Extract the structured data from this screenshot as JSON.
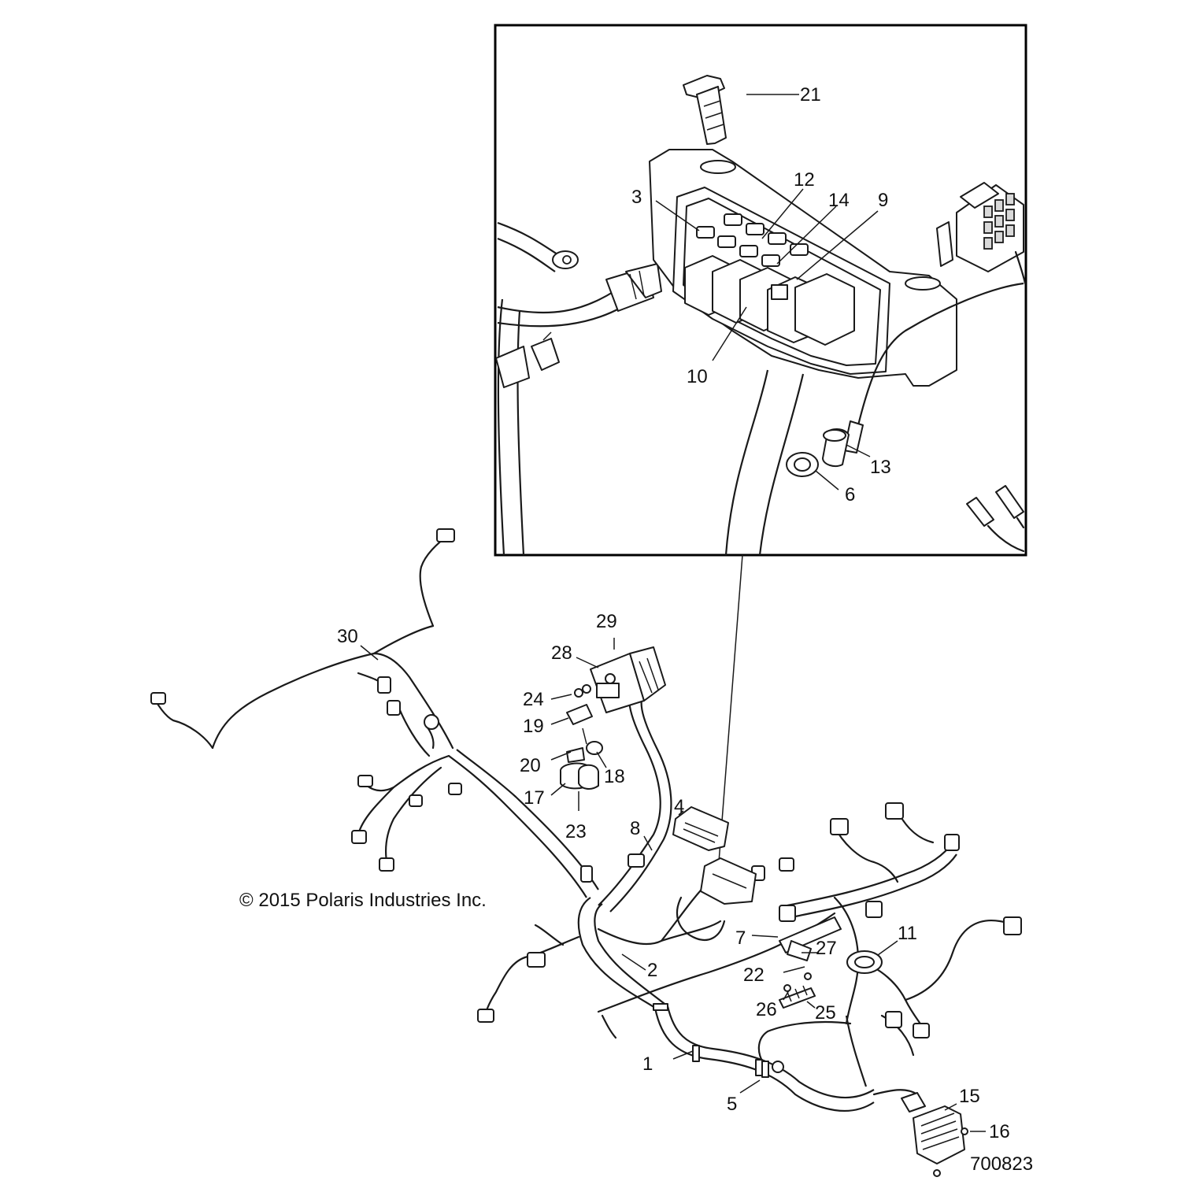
{
  "copyright": "© 2015 Polaris Industries Inc.",
  "figure_number": "700823",
  "callouts": [
    {
      "id": "1",
      "text": "1"
    },
    {
      "id": "2",
      "text": "2"
    },
    {
      "id": "3",
      "text": "3"
    },
    {
      "id": "4",
      "text": "4"
    },
    {
      "id": "5",
      "text": "5"
    },
    {
      "id": "6",
      "text": "6"
    },
    {
      "id": "7",
      "text": "7"
    },
    {
      "id": "8",
      "text": "8"
    },
    {
      "id": "9",
      "text": "9"
    },
    {
      "id": "10",
      "text": "10"
    },
    {
      "id": "11",
      "text": "11"
    },
    {
      "id": "12",
      "text": "12"
    },
    {
      "id": "13",
      "text": "13"
    },
    {
      "id": "14",
      "text": "14"
    },
    {
      "id": "15",
      "text": "15"
    },
    {
      "id": "16",
      "text": "16"
    },
    {
      "id": "17",
      "text": "17"
    },
    {
      "id": "18",
      "text": "18"
    },
    {
      "id": "19",
      "text": "19"
    },
    {
      "id": "20",
      "text": "20"
    },
    {
      "id": "21",
      "text": "21"
    },
    {
      "id": "22",
      "text": "22"
    },
    {
      "id": "23",
      "text": "23"
    },
    {
      "id": "24",
      "text": "24"
    },
    {
      "id": "25",
      "text": "25"
    },
    {
      "id": "26",
      "text": "26"
    },
    {
      "id": "27",
      "text": "27"
    },
    {
      "id": "28",
      "text": "28"
    },
    {
      "id": "29",
      "text": "29"
    },
    {
      "id": "30",
      "text": "30"
    }
  ]
}
